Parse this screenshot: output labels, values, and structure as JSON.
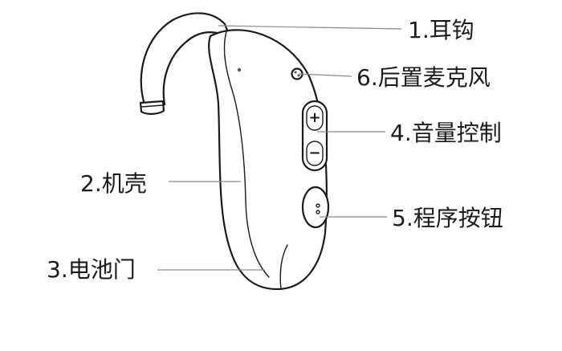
{
  "diagram": {
    "labels": [
      {
        "id": "ear-hook",
        "text": "1.耳钩"
      },
      {
        "id": "shell",
        "text": "2.机壳"
      },
      {
        "id": "battery-door",
        "text": "3.电池门"
      },
      {
        "id": "volume-control",
        "text": "4.音量控制"
      },
      {
        "id": "program-button",
        "text": "5.程序按钮"
      },
      {
        "id": "rear-microphone",
        "text": "6.后置麦克风"
      }
    ],
    "volume_button": {
      "plus": "+",
      "minus": "−"
    }
  },
  "colors": {
    "line": "#1a1a1a",
    "leader": "#8a8a8a",
    "background": "#ffffff"
  }
}
